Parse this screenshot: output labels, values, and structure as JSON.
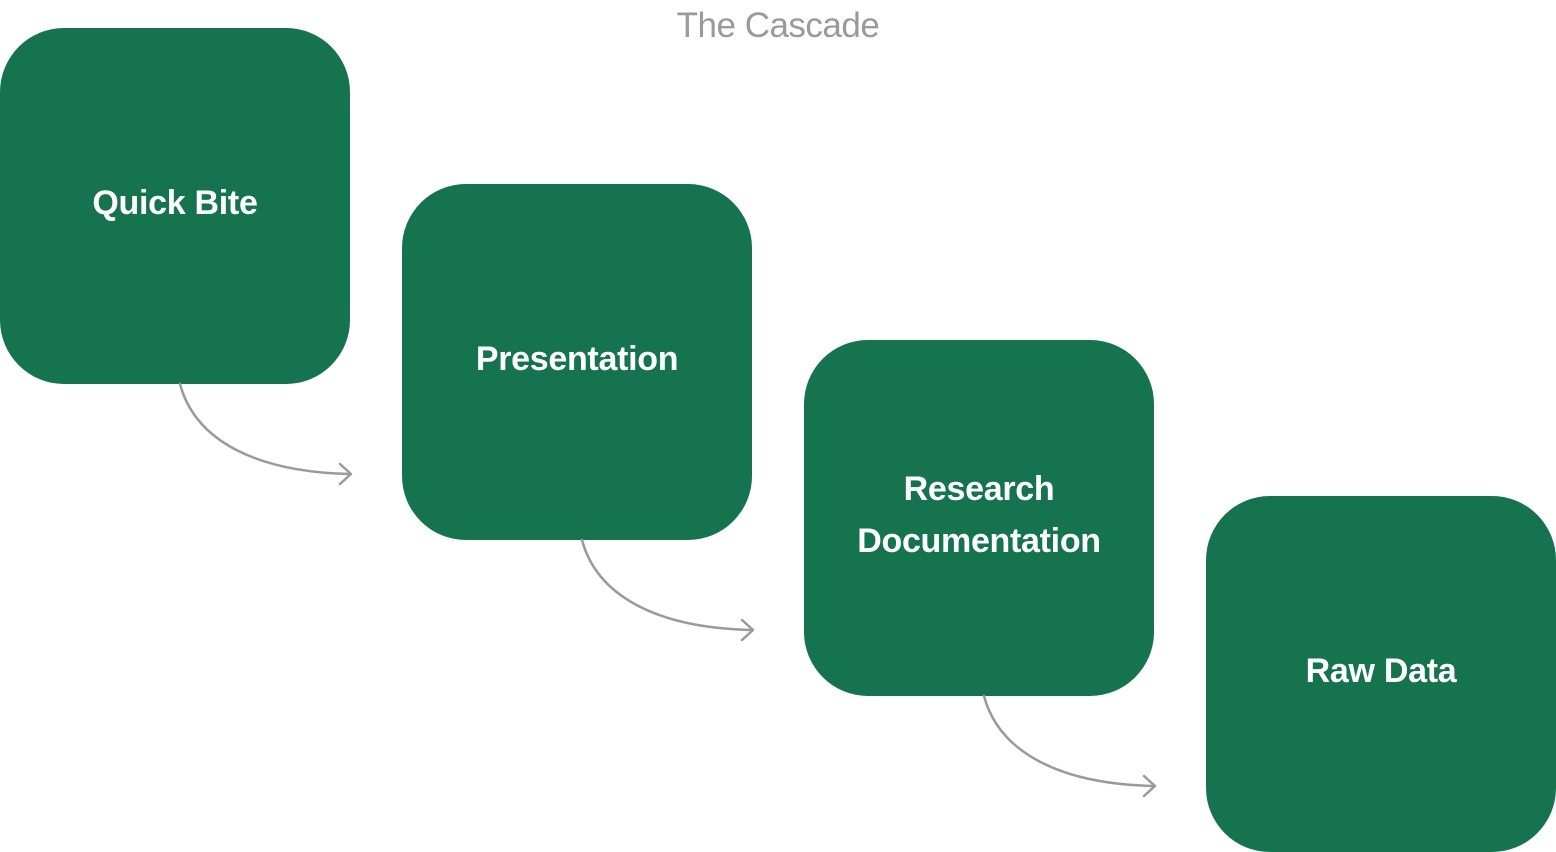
{
  "diagram": {
    "title": "The Cascade",
    "steps": [
      {
        "label": "Quick Bite"
      },
      {
        "label": "Presentation"
      },
      {
        "label": "Research Documentation"
      },
      {
        "label": "Raw Data"
      }
    ],
    "colors": {
      "box_fill": "#15744f",
      "box_text": "#ffffff",
      "title_text": "#9a9a9a",
      "arrow_stroke": "#9a9a9a",
      "background": "#ffffff"
    }
  }
}
